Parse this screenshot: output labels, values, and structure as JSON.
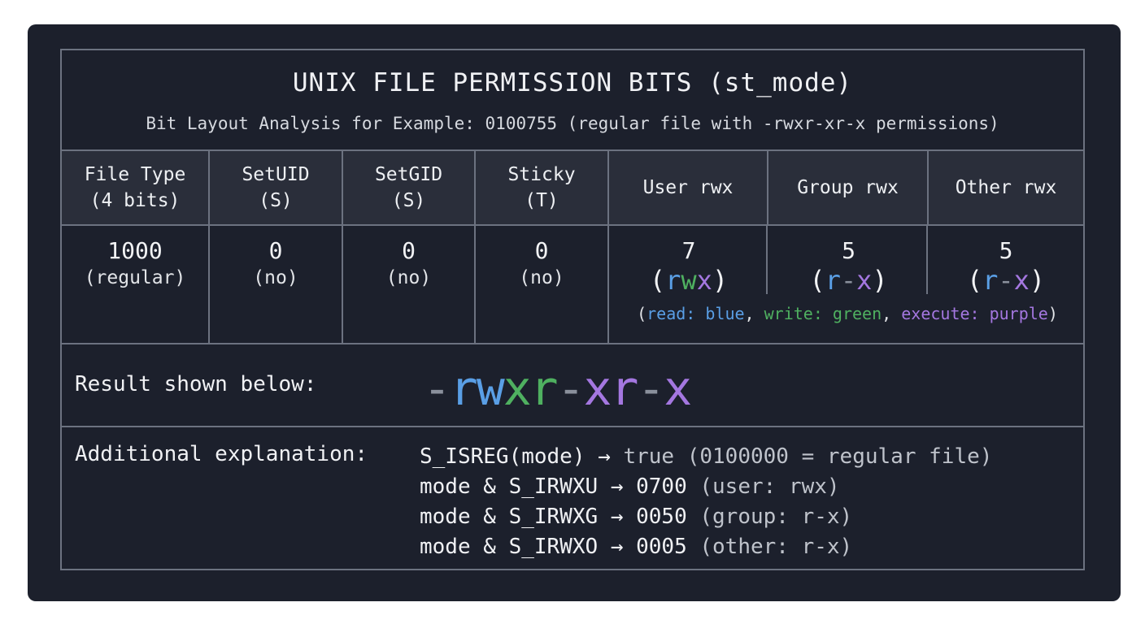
{
  "title": "UNIX FILE PERMISSION BITS (st_mode)",
  "subtitle": "Bit Layout Analysis for Example: 0100755 (regular file with -rwxr-xr-x permissions)",
  "colors": {
    "read": "#5a9fe6",
    "write": "#4fb060",
    "execute": "#a477e0",
    "dash": "#8a909c",
    "background": "#1c202c",
    "header_bg": "#2a2e3a",
    "border": "#6c7280"
  },
  "columns": [
    {
      "header_line1": "File Type",
      "header_line2": "(4 bits)",
      "value": "1000",
      "detail": "(regular)"
    },
    {
      "header_line1": "SetUID",
      "header_line2": "(S)",
      "value": "0",
      "detail": "(no)"
    },
    {
      "header_line1": "SetGID",
      "header_line2": "(S)",
      "value": "0",
      "detail": "(no)"
    },
    {
      "header_line1": "Sticky",
      "header_line2": "(T)",
      "value": "0",
      "detail": "(no)"
    },
    {
      "header_line1": "User rwx",
      "value": "7",
      "perm": [
        "r",
        "w",
        "x"
      ]
    },
    {
      "header_line1": "Group rwx",
      "value": "5",
      "perm": [
        "r",
        "-",
        "x"
      ]
    },
    {
      "header_line1": "Other rwx",
      "value": "5",
      "perm": [
        "r",
        "-",
        "x"
      ]
    }
  ],
  "legend": {
    "open": "(",
    "read": "read: blue",
    "sep1": ", ",
    "write": "write: green",
    "sep2": ", ",
    "execute": "execute: purple",
    "close": ")"
  },
  "result": {
    "label": "Result shown below:",
    "string": "-rwxr-xr-x"
  },
  "explanation": {
    "label": "Additional explanation:",
    "lines": [
      {
        "expr": "S_ISREG(mode) → ",
        "value": "true (0100000 = regular file)"
      },
      {
        "expr": "mode & S_IRWXU → 0700 ",
        "value": "(user: rwx)"
      },
      {
        "expr": "mode & S_IRWXG → 0050 ",
        "value": "(group: r-x)"
      },
      {
        "expr": "mode & S_IRWXO → 0005 ",
        "value": "(other: r-x)"
      }
    ]
  }
}
